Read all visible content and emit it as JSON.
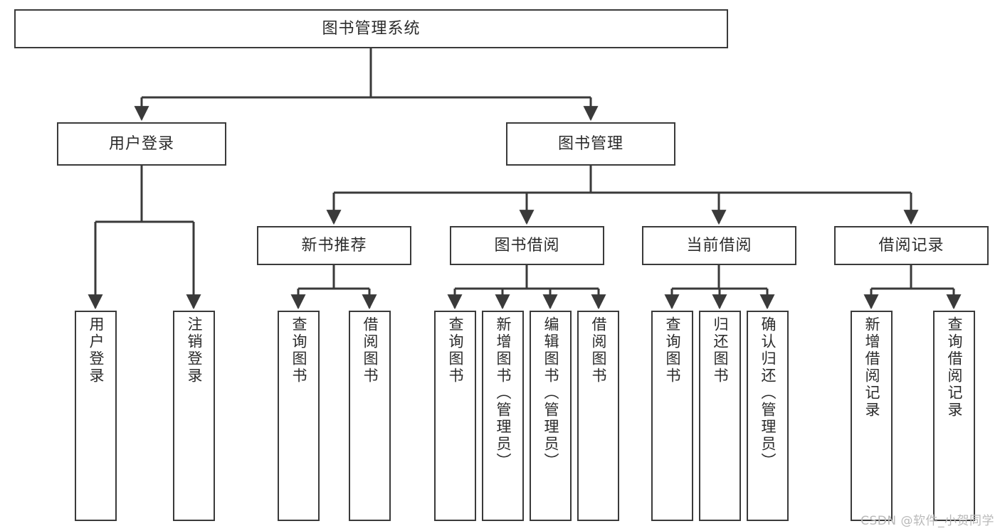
{
  "diagram": {
    "title": "图书管理系统",
    "orientation": "top-down-tree",
    "stroke_color": "#3a3a3a",
    "fill_color": "#ffffff",
    "text_color": "#2b2b2b",
    "levels": [
      {
        "level": 1,
        "nodes": [
          {
            "id": "root",
            "label": "图书管理系统"
          }
        ]
      },
      {
        "level": 2,
        "nodes": [
          {
            "id": "login",
            "label": "用户登录"
          },
          {
            "id": "bookmgmt",
            "label": "图书管理"
          }
        ]
      },
      {
        "level": 3,
        "nodes": [
          {
            "id": "newbook",
            "label": "新书推荐"
          },
          {
            "id": "borrow",
            "label": "图书借阅"
          },
          {
            "id": "current",
            "label": "当前借阅"
          },
          {
            "id": "records",
            "label": "借阅记录"
          }
        ]
      },
      {
        "level": 4,
        "nodes": [
          {
            "id": "leaf1",
            "label": "用户登录"
          },
          {
            "id": "leaf2",
            "label": "注销登录"
          },
          {
            "id": "leaf3",
            "label": "查询图书"
          },
          {
            "id": "leaf4",
            "label": "借阅图书"
          },
          {
            "id": "leaf5",
            "label": "查询图书"
          },
          {
            "id": "leaf6",
            "label": "新增图书（管理员）"
          },
          {
            "id": "leaf7",
            "label": "编辑图书（管理员）"
          },
          {
            "id": "leaf8",
            "label": "借阅图书"
          },
          {
            "id": "leaf9",
            "label": "查询图书"
          },
          {
            "id": "leaf10",
            "label": "归还图书"
          },
          {
            "id": "leaf11",
            "label": "确认归还（管理员）"
          },
          {
            "id": "leaf12",
            "label": "新增借阅记录"
          },
          {
            "id": "leaf13",
            "label": "查询借阅记录"
          }
        ]
      }
    ]
  },
  "watermark": {
    "text": "CSDN @软件_小贺同学"
  }
}
